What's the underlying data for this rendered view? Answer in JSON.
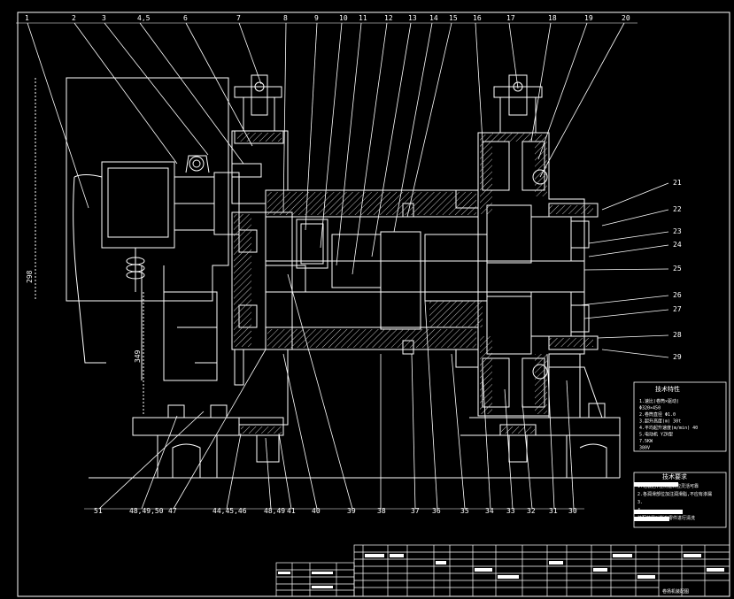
{
  "colors": {
    "background": "#000000",
    "line": "#ffffff",
    "hatch": "#e6e6e6"
  },
  "callouts_top": [
    "1",
    "2",
    "3",
    "4,5",
    "6",
    "7",
    "8",
    "9",
    "10",
    "11",
    "12",
    "13",
    "14",
    "15",
    "16",
    "17",
    "18",
    "19",
    "20"
  ],
  "callouts_right": [
    "21",
    "22",
    "23",
    "24",
    "25",
    "26",
    "27",
    "28",
    "29"
  ],
  "callouts_bottom": [
    "51",
    "48,49,50",
    "47",
    "44,45,46",
    "48,49",
    "41",
    "40",
    "39",
    "38",
    "37",
    "36",
    "35",
    "34",
    "33",
    "32",
    "31",
    "30"
  ],
  "dimensions": {
    "left_height": "298",
    "inner_height": "349"
  },
  "spec_box": {
    "title": "技术特性",
    "lines": [
      "1.速比(卷筒×驱动)",
      "Φ320×450",
      "2.卷筒直径 Φ1.0",
      "3.起升高度(m) 30t",
      "4.平均起升速度(m/min) 40",
      "5.电动机 YZR型",
      "7.5KW",
      "380V"
    ]
  },
  "requirements": {
    "title": "技术要求",
    "lines": [
      "1.组装后,检测运转应灵活可靠",
      "2.各润滑部位加注润滑脂,不应有渗漏",
      "3.",
      "4.",
      "装配前需对所有零件进行清洗"
    ]
  },
  "title_block": {
    "drawing_name": "卷扬机装配图"
  }
}
